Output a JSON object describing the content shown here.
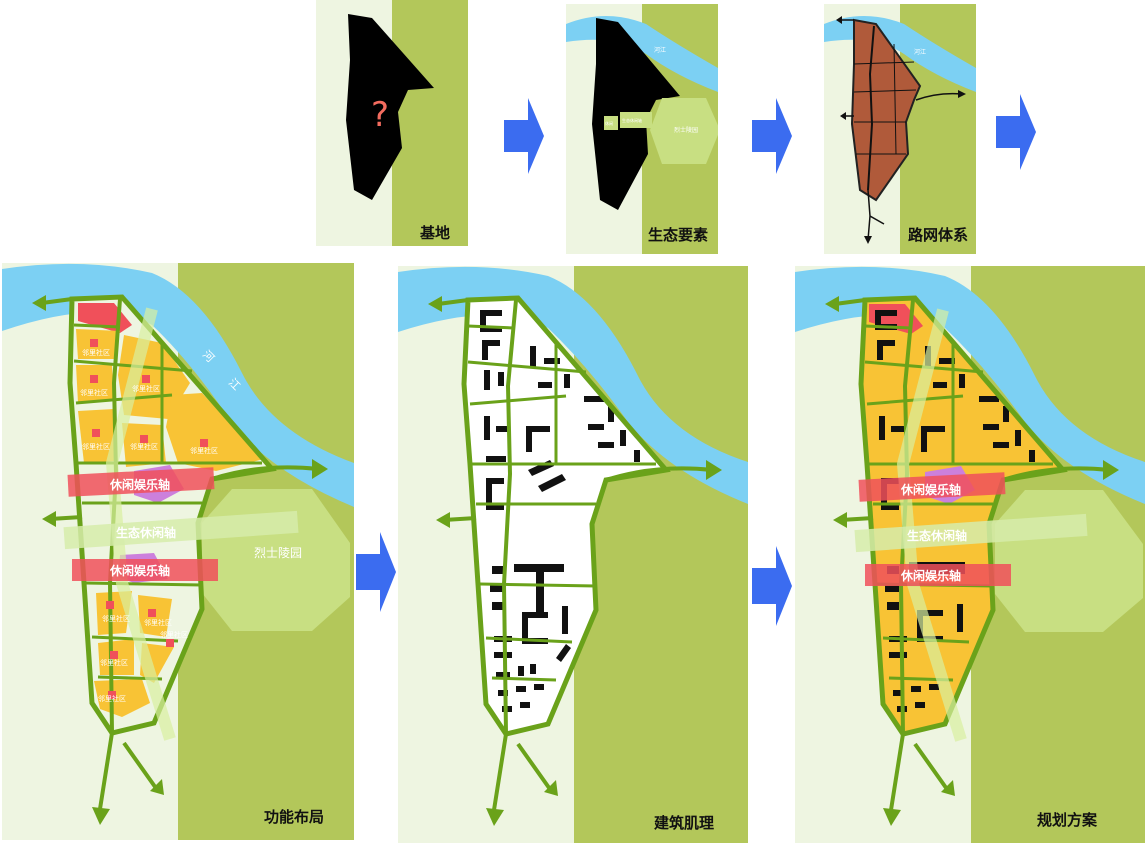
{
  "colors": {
    "field": "#eef5e1",
    "green": "#b3c75a",
    "river": "#7cd0f3",
    "road": "#6aa21a",
    "residential": "#f8c335",
    "commercial": "#f0505a",
    "landmark": "#cc80dc",
    "park": "#c8df82",
    "arrow": "#3b6cf0"
  },
  "panels": {
    "site": {
      "caption": "基地",
      "mark": "?"
    },
    "ecology": {
      "caption": "生态要素",
      "river": "河江",
      "park": "烈士陵园",
      "axis_small_left": "休闲",
      "axis_small_right": "生态休闲轴"
    },
    "roads": {
      "caption": "路网体系",
      "river": "河江"
    },
    "function": {
      "caption": "功能布局",
      "river_a": "河",
      "river_b": "江",
      "axis_top": "休闲娱乐轴",
      "axis_mid": "生态休闲轴",
      "axis_bottom": "休闲娱乐轴",
      "park": "烈士陵园",
      "community": "邻里社区"
    },
    "texture": {
      "caption": "建筑肌理"
    },
    "plan": {
      "caption": "规划方案",
      "axis_top": "休闲娱乐轴",
      "axis_mid": "生态休闲轴",
      "axis_bottom": "休闲娱乐轴"
    }
  }
}
